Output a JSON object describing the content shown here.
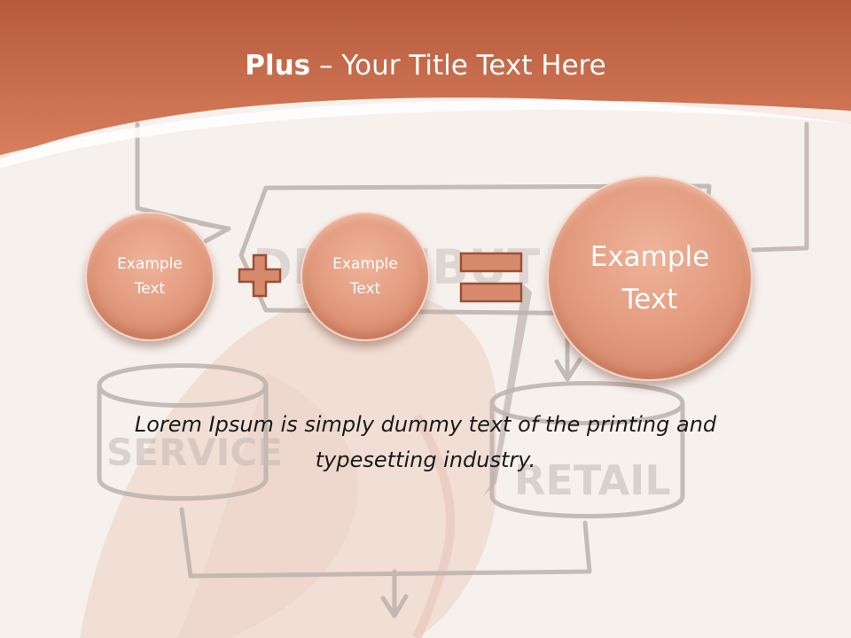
{
  "slide": {
    "title_bold": "Plus",
    "title_rest": " – Your Title Text Here",
    "circles": [
      {
        "label": "Example\nText"
      },
      {
        "label": "Example\nText"
      },
      {
        "label": "Example\nText"
      }
    ],
    "operators": [
      "plus-icon",
      "equals-icon"
    ],
    "body_text": "Lorem Ipsum is simply dummy text of the printing and typesetting industry."
  },
  "background": {
    "sketch_words": [
      "DISTRIBUT",
      "SERVICE",
      "RETAIL"
    ]
  },
  "colors": {
    "header": "#c96f50",
    "circle": "#e39c80",
    "operator": "#d88a6c",
    "operator_stroke": "#9c4f36",
    "page": "#f7f1ee",
    "sketch": "#bdb2ad"
  }
}
